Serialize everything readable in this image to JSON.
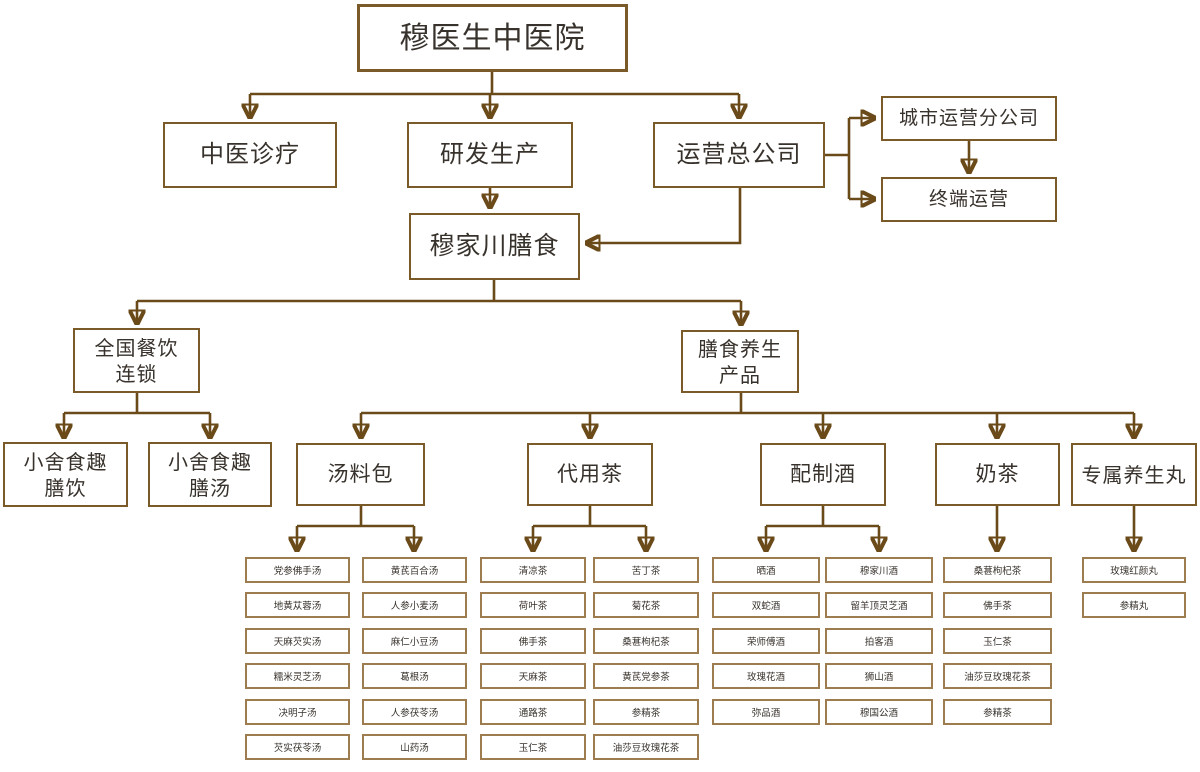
{
  "colors": {
    "line": "#6b4a1a",
    "box": "#7a5a28",
    "leafb": "#9d7d50",
    "text": "#38322c",
    "bg": "#ffffff"
  },
  "org": {
    "root": "穆医生中医院",
    "clinic": "中医诊疗",
    "rd": "研发生产",
    "ops_hq": "运营总公司",
    "city_ops": "城市运营分公司",
    "terminal_ops": "终端运营",
    "meals_co": "穆家川膳食",
    "national_chain": "全国餐饮\n连锁",
    "health_products": "膳食养生\n产品",
    "xiaoshe_drinks": "小舍食趣\n膳饮",
    "xiaoshe_soups": "小舍食趣\n膳汤"
  },
  "categories": [
    {
      "label": "汤料包",
      "columns": [
        [
          "党参佛手汤",
          "地黄苁蓉汤",
          "天麻芡实汤",
          "糯米灵芝汤",
          "决明子汤",
          "芡实茯苓汤"
        ],
        [
          "黄芪百合汤",
          "人参小麦汤",
          "麻仁小豆汤",
          "葛根汤",
          "人参茯苓汤",
          "山药汤"
        ]
      ]
    },
    {
      "label": "代用茶",
      "columns": [
        [
          "清凉茶",
          "荷叶茶",
          "佛手茶",
          "天麻茶",
          "通路茶",
          "玉仁茶"
        ],
        [
          "苦丁茶",
          "菊花茶",
          "桑葚枸杞茶",
          "黄芪党参茶",
          "参精茶",
          "油莎豆玫瑰花茶"
        ]
      ]
    },
    {
      "label": "配制酒",
      "columns": [
        [
          "晒酒",
          "双蛇酒",
          "荣师傅酒",
          "玫瑰花酒",
          "弥品酒"
        ],
        [
          "穆家川酒",
          "留羊顶灵芝酒",
          "拍客酒",
          "狮山酒",
          "穆国公酒"
        ]
      ]
    },
    {
      "label": "奶茶",
      "columns": [
        [
          "桑葚枸杞茶",
          "佛手茶",
          "玉仁茶",
          "油莎豆玫瑰花茶",
          "参精茶"
        ]
      ]
    },
    {
      "label": "专属养生丸",
      "columns": [
        [
          "玫瑰红颜丸",
          "参精丸"
        ]
      ]
    }
  ]
}
